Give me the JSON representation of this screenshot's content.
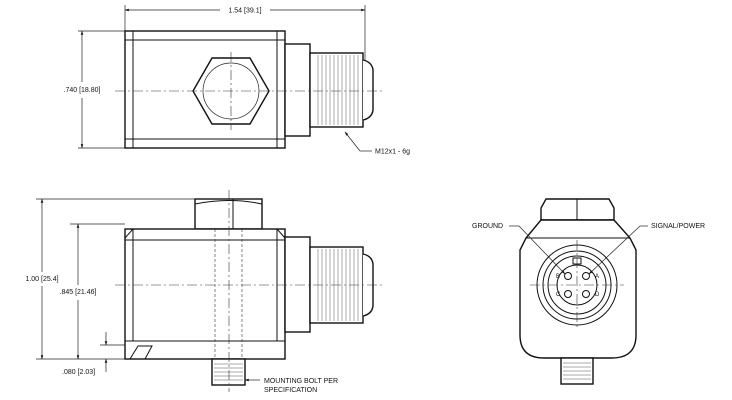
{
  "top_view": {
    "width_dim": "1.54 [39.1]",
    "height_dim": ".740 [18.80]",
    "thread_callout": "M12x1 - 6g"
  },
  "front_view": {
    "overall_dim": "1.00 [25.4]",
    "body_dim": ".845 [21.46]",
    "base_dim": ".080 [2.03]",
    "bolt_note_line1": "MOUNTING BOLT PER",
    "bolt_note_line2": "SPECIFICATION"
  },
  "end_view": {
    "ground_label": "GROUND",
    "signal_label": "SIGNAL/POWER",
    "pin_letters": [
      "A",
      "B",
      "C",
      "D"
    ]
  }
}
